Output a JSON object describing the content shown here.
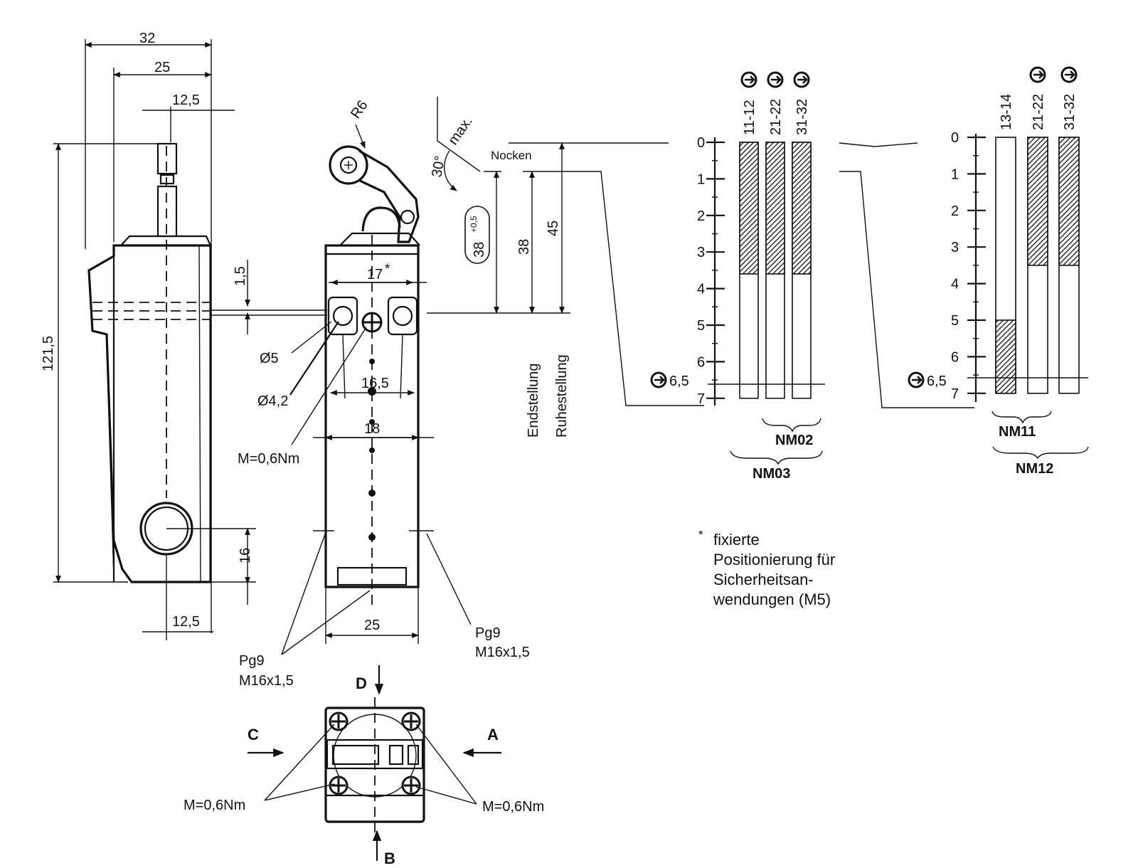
{
  "left_view": {
    "dims": {
      "width_32": "32",
      "width_25": "25",
      "offset_12_5_top": "12,5",
      "height_121_5": "121,5",
      "offset_12_5_bottom": "12,5",
      "hole_16": "16",
      "gap_1_5": "1,5"
    }
  },
  "front_view": {
    "radius": "R6",
    "dim_17": "17",
    "star": "*",
    "dim_16_5": "16,5",
    "dim_18": "18",
    "dim_25": "25",
    "dia_5": "Ø5",
    "dia_4_2": "Ø4,2",
    "torque": "M=0,6Nm",
    "pg9_left": "Pg9",
    "m16_left": "M16x1,5",
    "pg9_right": "Pg9",
    "m16_right": "M16x1,5"
  },
  "actuator": {
    "angle": "30°",
    "max": "max.",
    "nocken": "Nocken",
    "dim_38_tol": "38",
    "tol_sup": "+0,5",
    "dim_38": "38",
    "dim_45": "45",
    "endstellung": "Endstellung",
    "ruhestellung": "Ruhestellung"
  },
  "scale_left": {
    "ticks": [
      "0",
      "1",
      "2",
      "3",
      "4",
      "5",
      "6",
      "7"
    ],
    "positive_label": "6,5",
    "contacts": [
      "11-12",
      "21-22",
      "31-32"
    ],
    "group_inner": "NM02",
    "group_outer": "NM03"
  },
  "scale_right": {
    "ticks": [
      "0",
      "1",
      "2",
      "3",
      "4",
      "5",
      "6",
      "7"
    ],
    "positive_label": "6,5",
    "contacts": [
      "13-14",
      "21-22",
      "31-32"
    ],
    "group_inner": "NM11",
    "group_outer": "NM12"
  },
  "chart_data": {
    "type": "bar",
    "title": "",
    "xlabel": "",
    "ylabel": "",
    "ylim": [
      0,
      7
    ],
    "groups": [
      {
        "name": "NM02 / NM03",
        "categories": [
          "11-12",
          "21-22",
          "31-32"
        ],
        "closed_ranges": [
          [
            0,
            3.6
          ],
          [
            0,
            3.6
          ],
          [
            0,
            3.6
          ]
        ]
      },
      {
        "name": "NM11 / NM12",
        "categories": [
          "13-14",
          "21-22",
          "31-32"
        ],
        "closed_ranges": [
          [
            5.0,
            7.0
          ],
          [
            0,
            3.5
          ],
          [
            0,
            3.5
          ]
        ]
      }
    ]
  },
  "note": {
    "star": "*",
    "line1": "fixierte",
    "line2": "Positionierung für",
    "line3": "Sicherheitsan-",
    "line4": "wendungen (M5)"
  },
  "bottom_view": {
    "letter_d": "D",
    "letter_c": "C",
    "letter_a": "A",
    "letter_b": "B",
    "torque_left": "M=0,6Nm",
    "torque_right": "M=0,6Nm"
  }
}
